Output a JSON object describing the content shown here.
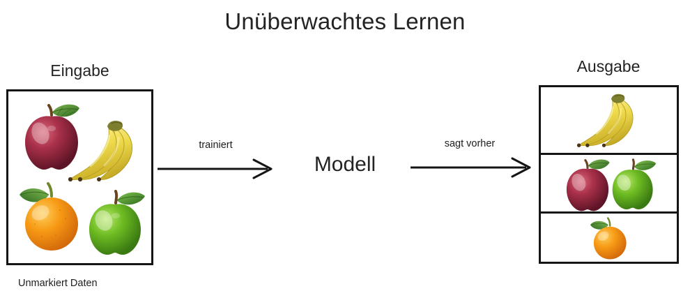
{
  "diagram": {
    "title": "Unüberwachtes Lernen",
    "input": {
      "label": "Eingabe",
      "caption": "Unmarkiert Daten",
      "items": [
        {
          "name": "apple-red",
          "icon": "red-apple-icon"
        },
        {
          "name": "banana",
          "icon": "banana-bunch-icon"
        },
        {
          "name": "orange",
          "icon": "orange-icon"
        },
        {
          "name": "apple-green",
          "icon": "green-apple-icon"
        }
      ]
    },
    "arrows": [
      {
        "name": "trainiert-arrow",
        "label": "trainiert"
      },
      {
        "name": "sagt-vorher-arrow",
        "label": "sagt vorher"
      }
    ],
    "model": {
      "label": "Modell"
    },
    "output": {
      "label": "Ausgabe",
      "cells": [
        {
          "name": "cluster-bananas",
          "items": [
            "banana-bunch-icon"
          ]
        },
        {
          "name": "cluster-apples",
          "items": [
            "red-apple-icon",
            "green-apple-icon"
          ]
        },
        {
          "name": "cluster-oranges",
          "items": [
            "orange-icon"
          ]
        }
      ]
    },
    "colors": {
      "stroke": "#151515",
      "text": "#232323",
      "background": "#ffffff",
      "apple_red": "#a32b3e",
      "apple_green": "#6cc024",
      "banana_yellow": "#f2df52",
      "orange": "#f79a1a",
      "leaf_green": "#4c8c2b"
    }
  }
}
